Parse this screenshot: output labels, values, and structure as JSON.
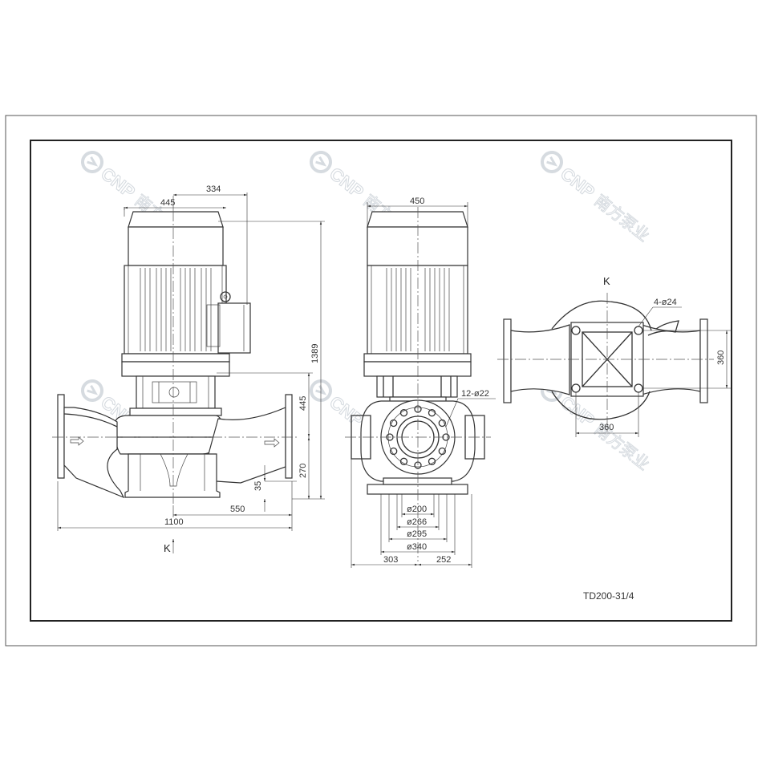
{
  "watermark": {
    "brand": "CNP",
    "brand_cn": "南方泵业"
  },
  "side_view": {
    "dim_334": "334",
    "dim_445_top": "445",
    "dim_1389": "1389",
    "dim_445_right": "445",
    "dim_270": "270",
    "dim_35": "35",
    "dim_550": "550",
    "dim_1100": "1100",
    "k_label": "K"
  },
  "front_view": {
    "dim_450": "450",
    "holes_label": "12-ø22",
    "dia_200": "ø200",
    "dia_266": "ø266",
    "dia_295": "ø295",
    "dia_340": "ø340",
    "dim_303": "303",
    "dim_252": "252"
  },
  "base_view": {
    "k_label": "K",
    "holes_label": "4-ø24",
    "dim_360_right": "360",
    "dim_360_bottom": "360"
  },
  "model_label": "TD200-31/4"
}
